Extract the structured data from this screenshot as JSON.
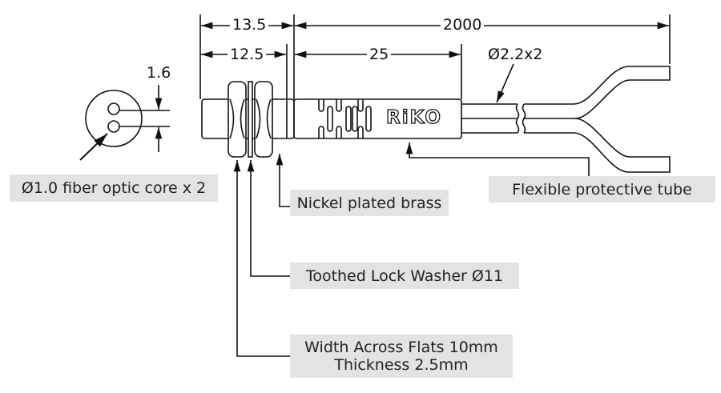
{
  "dimensions": {
    "overall_front": "13.5",
    "thread_length": "12.5",
    "body_length": "25",
    "cable_length": "2000",
    "core_pitch": "1.6",
    "cable_diameter": "Ø2.2x2"
  },
  "brand": "RiKO",
  "labels": {
    "fiber_core": "Ø1.0 fiber optic core x 2",
    "material": "Nickel plated brass",
    "tube": "Flexible protective tube",
    "washer": "Toothed Lock Washer Ø11",
    "nut_line1": "Width Across Flats 10mm",
    "nut_line2": "Thickness 2.5mm"
  },
  "colors": {
    "line": "#111111",
    "label_bg": "#e3e3e3"
  }
}
